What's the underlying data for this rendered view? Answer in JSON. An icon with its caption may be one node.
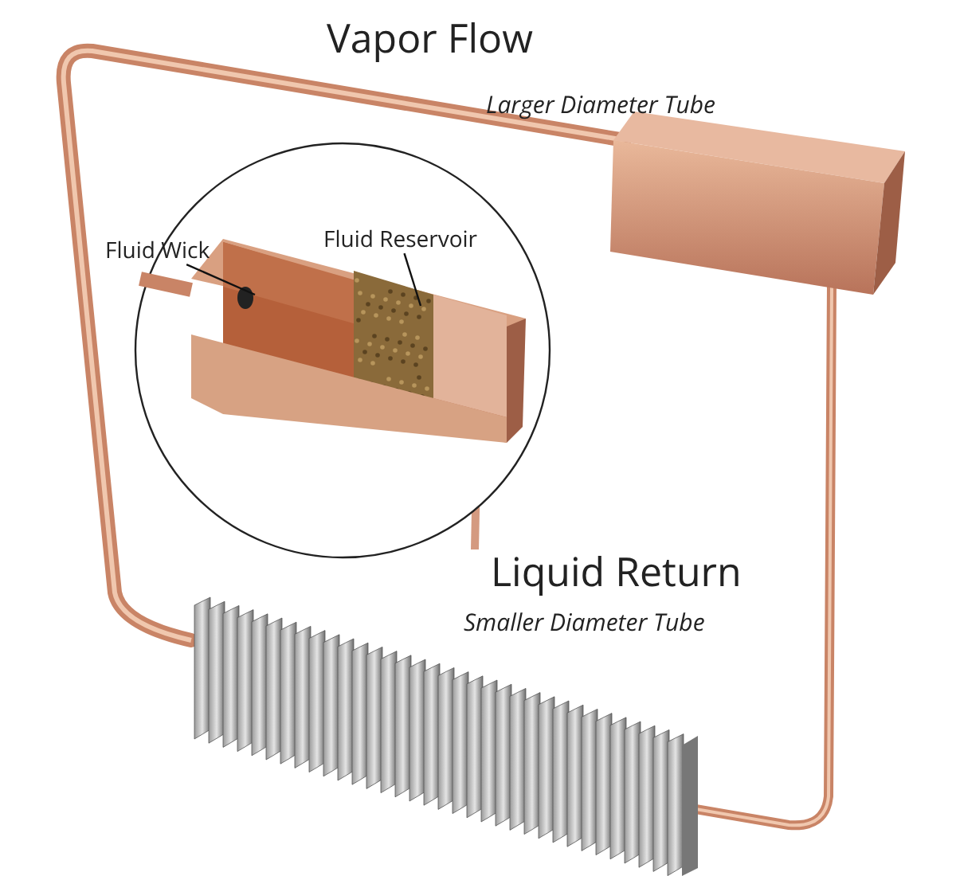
{
  "diagram": {
    "nodes": [
      {
        "text": [
          "Fluid Wick"
        ]
      },
      {
        "text": [
          "Fluid Reservoir"
        ]
      }
    ],
    "edges": [
      {
        "from": 0,
        "to": null,
        "arrow": "none"
      },
      {
        "from": 1,
        "to": null,
        "arrow": "none"
      }
    ],
    "labels": [
      "Vapor Flow",
      "Larger Diameter Tube",
      "Liquid Return",
      "Smaller Diameter Tube"
    ]
  }
}
